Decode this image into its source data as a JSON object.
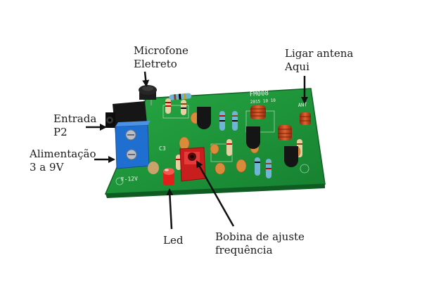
{
  "labels": {
    "microphone": [
      "Microfone",
      "Eletreto"
    ],
    "antenna": [
      "Ligar antena",
      "Aqui"
    ],
    "input": [
      "Entrada",
      "P2"
    ],
    "power": [
      "Alimentação",
      "3 a 9V"
    ],
    "led": "Led",
    "coil": [
      "Bobina de ajuste",
      "frequência"
    ]
  },
  "board": {
    "model": "FM008",
    "date": "2015 10 10",
    "antenna_marking": "ANT",
    "power_marking": "F-12V",
    "c3_marking": "C3"
  },
  "colors": {
    "pcb": "#1f9a3a",
    "pcb_dark": "#157a2b",
    "terminal_block": "#1f6fd1",
    "coil_copper": "#c8441b",
    "led_red": "#e0201a",
    "trimmer_red": "#c81e1e",
    "arrow": "#111111"
  }
}
